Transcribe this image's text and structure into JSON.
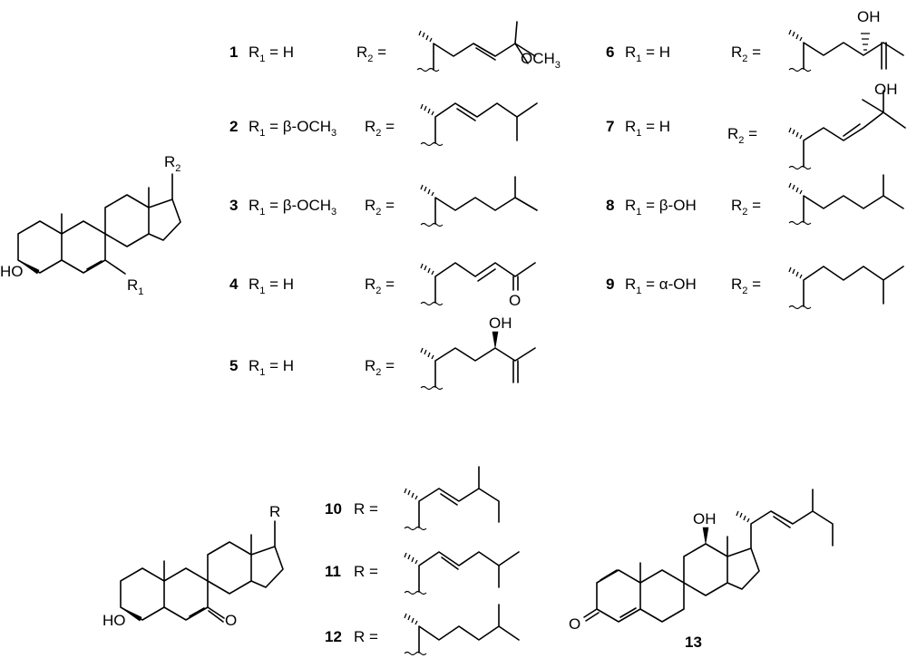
{
  "scaffold": {
    "r2_label": "R",
    "r2_sub": "2",
    "r1_label": "R",
    "r1_sub": "1",
    "ho": "HO"
  },
  "compounds": [
    {
      "num": "1",
      "r1_pre": "R",
      "r1_sub": "1",
      "r1_val": " = H",
      "r2_pre": "R",
      "r2_sub": "2",
      "r2_eq": " =",
      "sub_label": "OCH",
      "sub_label_sub": "3"
    },
    {
      "num": "2",
      "r1_pre": "R",
      "r1_sub": "1",
      "r1_val": " = β-OCH",
      "r1_val_sub": "3",
      "r2_pre": "R",
      "r2_sub": "2",
      "r2_eq": " ="
    },
    {
      "num": "3",
      "r1_pre": "R",
      "r1_sub": "1",
      "r1_val": " = β-OCH",
      "r1_val_sub": "3",
      "r2_pre": "R",
      "r2_sub": "2",
      "r2_eq": " ="
    },
    {
      "num": "4",
      "r1_pre": "R",
      "r1_sub": "1",
      "r1_val": " = H",
      "r2_pre": "R",
      "r2_sub": "2",
      "r2_eq": " =",
      "sub_label": "O"
    },
    {
      "num": "5",
      "r1_pre": "R",
      "r1_sub": "1",
      "r1_val": " = H",
      "r2_pre": "R",
      "r2_sub": "2",
      "r2_eq": " =",
      "sub_label": "OH"
    },
    {
      "num": "6",
      "r1_pre": "R",
      "r1_sub": "1",
      "r1_val": " = H",
      "r2_pre": "R",
      "r2_sub": "2",
      "r2_eq": " =",
      "sub_label": "OH"
    },
    {
      "num": "7",
      "r1_pre": "R",
      "r1_sub": "1",
      "r1_val": " = H",
      "r2_pre": "R",
      "r2_sub": "2",
      "r2_eq": " =",
      "sub_label": "OH"
    },
    {
      "num": "8",
      "r1_pre": "R",
      "r1_sub": "1",
      "r1_val": " = β-OH",
      "r2_pre": "R",
      "r2_sub": "2",
      "r2_eq": " ="
    },
    {
      "num": "9",
      "r1_pre": "R",
      "r1_sub": "1",
      "r1_val": " = α-OH",
      "r2_pre": "R",
      "r2_sub": "2",
      "r2_eq": " ="
    }
  ],
  "ketones": [
    {
      "num": "10",
      "r_label": "R =",
      "ketone": "O"
    },
    {
      "num": "11",
      "r_label": "R ="
    },
    {
      "num": "12",
      "r_label": "R ="
    }
  ],
  "scaffold2": {
    "r_label": "R",
    "ho": "HO",
    "o": "O"
  },
  "compound13": {
    "num": "13",
    "oh": "OH",
    "o": "O"
  }
}
